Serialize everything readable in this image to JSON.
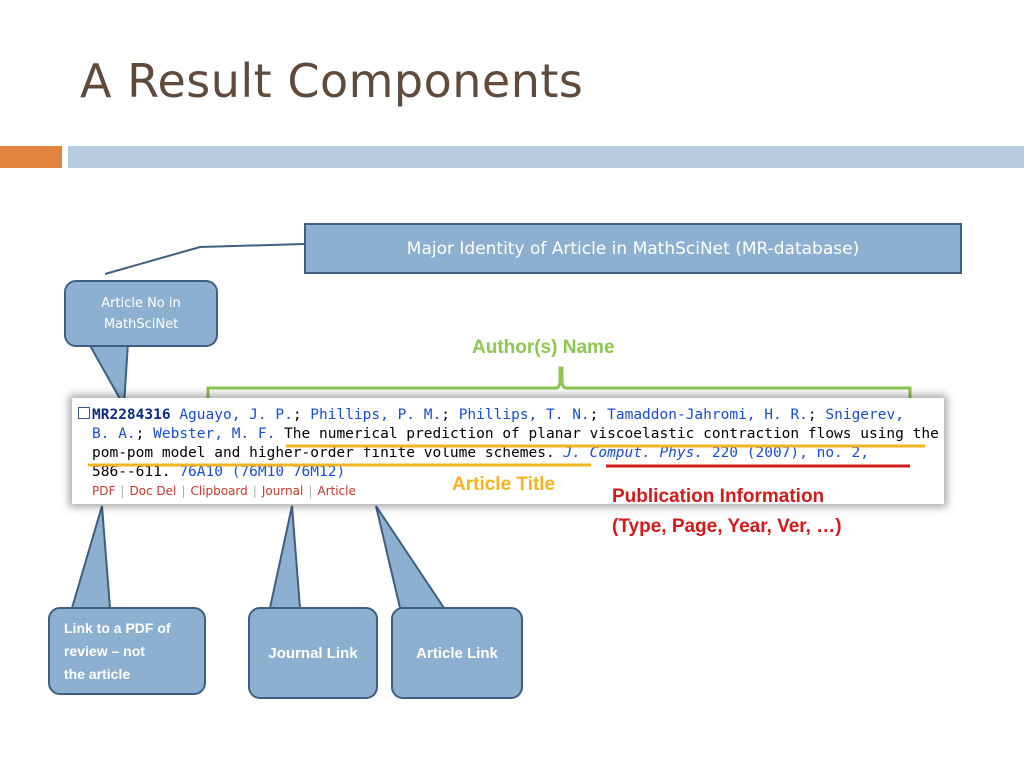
{
  "slide": {
    "title": "A Result Components"
  },
  "callouts": {
    "mr_identity": "Major Identity of Article in MathSciNet (MR-database)",
    "article_no_line1": "Article No in",
    "article_no_line2": "MathSciNet",
    "author_name": "Author(s) Name",
    "article_title": "Article Title",
    "pub_info_line1": "Publication Information",
    "pub_info_line2": "(Type, Page, Year, Ver, …)",
    "pdf_line1": "Link to a PDF of",
    "pdf_line2": "review – not",
    "pdf_line3": "the article",
    "journal_link": "Journal Link",
    "article_link": "Article Link"
  },
  "record": {
    "mr_number": "MR2284316",
    "authors": [
      "Aguayo, J. P.",
      "Phillips, P. M.",
      "Phillips, T. N.",
      "Tamaddon-Jahromi, H. R.",
      "Snigerev,",
      "B. A.",
      "Webster, M. F."
    ],
    "title_part1": "The numerical prediction of planar viscoelastic contraction flows using the",
    "title_part2": "pom-pom model and higher-order finite volume schemes.",
    "journal": "J. Comput. Phys.",
    "volume_info": "220 (2007), no. 2,",
    "pages": "586--611.",
    "classification": "76A10 (76M10 76M12)",
    "links": [
      "PDF",
      "Doc Del",
      "Clipboard",
      "Journal",
      "Article"
    ]
  },
  "colors": {
    "author_bracket": "#8dc653",
    "title_underline": "#f4b321",
    "pub_underline": "#d11a1a",
    "callout_fill": "#8eb0d0"
  }
}
